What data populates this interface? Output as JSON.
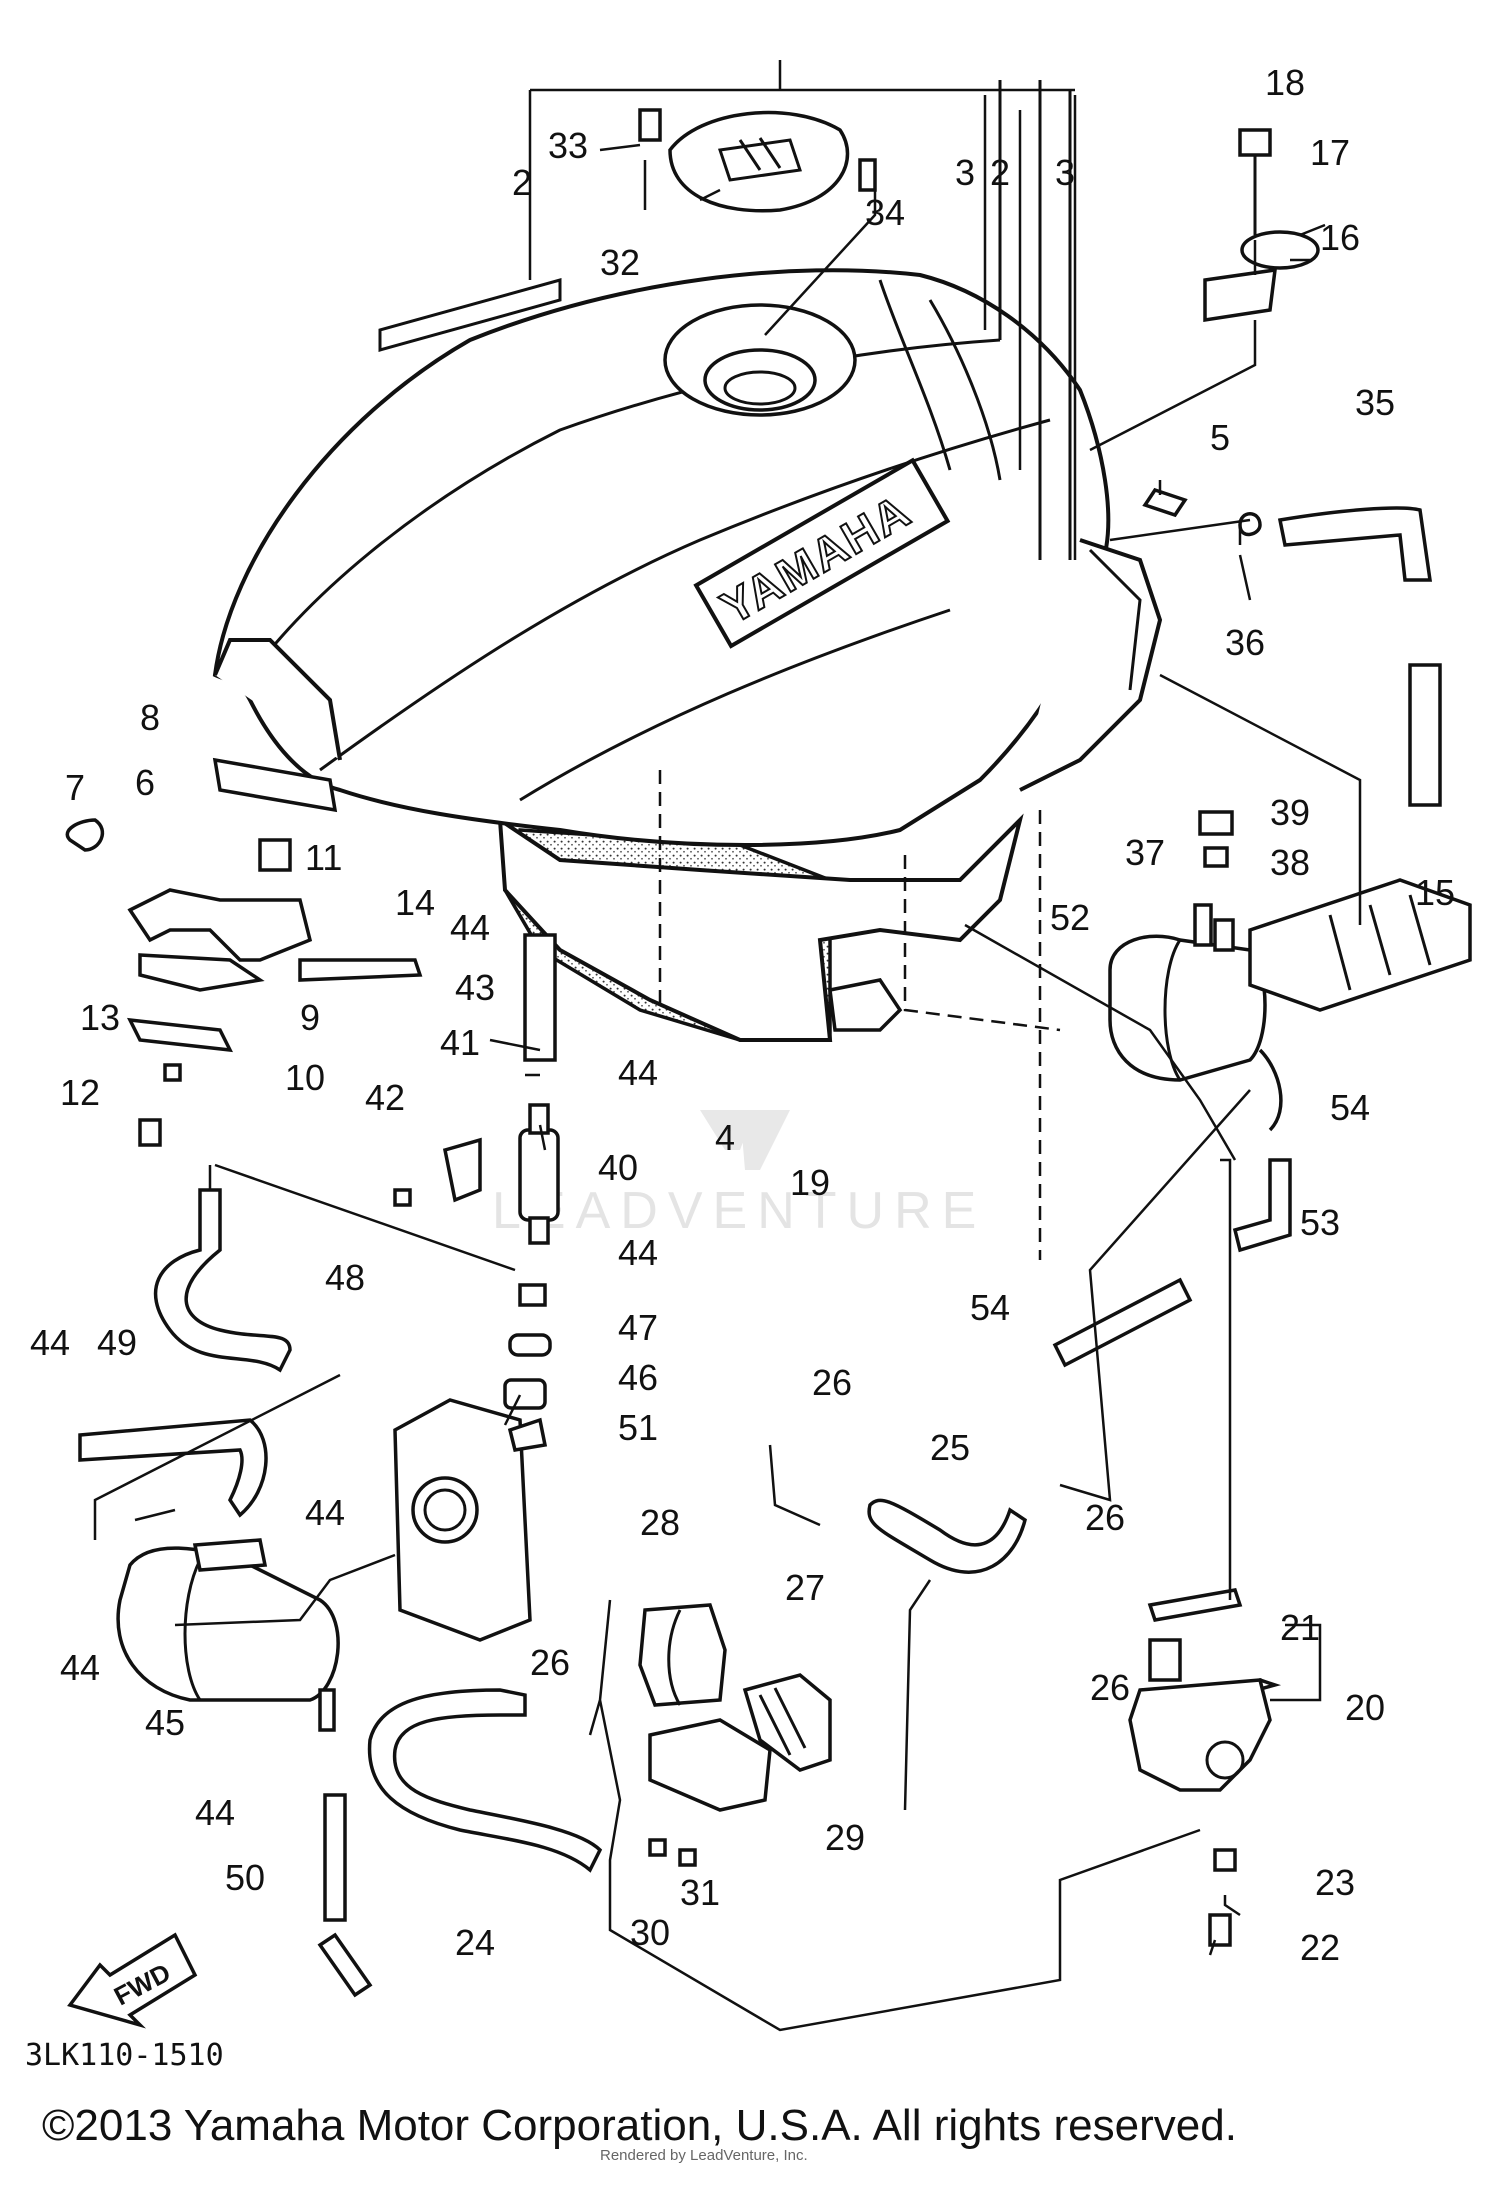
{
  "diagram": {
    "brand_mark": "YAMAHA",
    "fwd_label": "FWD",
    "reference_code": "3LK110-1510",
    "watermark": "LEADVENTURE",
    "copyright": "©2013 Yamaha Motor Corporation, U.S.A. All rights reserved.",
    "credit": "Rendered by LeadVenture, Inc.",
    "callouts": [
      {
        "id": "33",
        "text": "33"
      },
      {
        "id": "2a",
        "text": "2"
      },
      {
        "id": "32",
        "text": "32"
      },
      {
        "id": "34",
        "text": "34"
      },
      {
        "id": "3a",
        "text": "3"
      },
      {
        "id": "2b",
        "text": "2"
      },
      {
        "id": "3b",
        "text": "3"
      },
      {
        "id": "18",
        "text": "18"
      },
      {
        "id": "17",
        "text": "17"
      },
      {
        "id": "16",
        "text": "16"
      },
      {
        "id": "35",
        "text": "35"
      },
      {
        "id": "5",
        "text": "5"
      },
      {
        "id": "36",
        "text": "36"
      },
      {
        "id": "8",
        "text": "8"
      },
      {
        "id": "7",
        "text": "7"
      },
      {
        "id": "6",
        "text": "6"
      },
      {
        "id": "11",
        "text": "11"
      },
      {
        "id": "14",
        "text": "14"
      },
      {
        "id": "9",
        "text": "9"
      },
      {
        "id": "13",
        "text": "13"
      },
      {
        "id": "10",
        "text": "10"
      },
      {
        "id": "12",
        "text": "12"
      },
      {
        "id": "39",
        "text": "39"
      },
      {
        "id": "38",
        "text": "38"
      },
      {
        "id": "37",
        "text": "37"
      },
      {
        "id": "52",
        "text": "52"
      },
      {
        "id": "15",
        "text": "15"
      },
      {
        "id": "44a",
        "text": "44"
      },
      {
        "id": "43",
        "text": "43"
      },
      {
        "id": "44b",
        "text": "44"
      },
      {
        "id": "4",
        "text": "4"
      },
      {
        "id": "19",
        "text": "19"
      },
      {
        "id": "41",
        "text": "41"
      },
      {
        "id": "42",
        "text": "42"
      },
      {
        "id": "40",
        "text": "40"
      },
      {
        "id": "54a",
        "text": "54"
      },
      {
        "id": "53",
        "text": "53"
      },
      {
        "id": "44c",
        "text": "44"
      },
      {
        "id": "48",
        "text": "48"
      },
      {
        "id": "47",
        "text": "47"
      },
      {
        "id": "44d",
        "text": "44"
      },
      {
        "id": "49",
        "text": "49"
      },
      {
        "id": "46",
        "text": "46"
      },
      {
        "id": "54b",
        "text": "54"
      },
      {
        "id": "51",
        "text": "51"
      },
      {
        "id": "26a",
        "text": "26"
      },
      {
        "id": "25",
        "text": "25"
      },
      {
        "id": "26b",
        "text": "26"
      },
      {
        "id": "44e",
        "text": "44"
      },
      {
        "id": "28",
        "text": "28"
      },
      {
        "id": "27",
        "text": "27"
      },
      {
        "id": "44f",
        "text": "44"
      },
      {
        "id": "21",
        "text": "21"
      },
      {
        "id": "20",
        "text": "20"
      },
      {
        "id": "26c",
        "text": "26"
      },
      {
        "id": "26d",
        "text": "26"
      },
      {
        "id": "45",
        "text": "45"
      },
      {
        "id": "29",
        "text": "29"
      },
      {
        "id": "44g",
        "text": "44"
      },
      {
        "id": "30",
        "text": "30"
      },
      {
        "id": "31",
        "text": "31"
      },
      {
        "id": "50",
        "text": "50"
      },
      {
        "id": "24",
        "text": "24"
      },
      {
        "id": "23",
        "text": "23"
      },
      {
        "id": "22",
        "text": "22"
      }
    ]
  }
}
